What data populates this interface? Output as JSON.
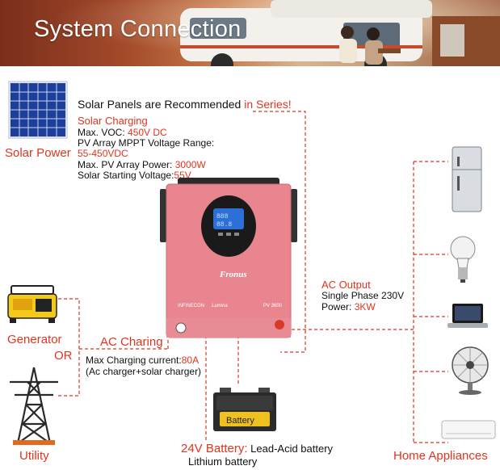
{
  "banner": {
    "title": "System Connection"
  },
  "solar": {
    "label": "Solar Power",
    "recommend_text": "Solar Panels are Recommended ",
    "recommend_highlight": "in Series!",
    "charging_title": "Solar Charging",
    "max_voc_label": "Max. VOC: ",
    "max_voc_value": "450V DC",
    "mppt_label": "PV Array MPPT Voltage Range:",
    "mppt_value": "55-450VDC",
    "max_power_label": "Max. PV Array Power: ",
    "max_power_value": "3000W",
    "start_voltage_label": "Solar Starting Voltage:",
    "start_voltage_value": "55V"
  },
  "inverter": {
    "brand": "Fronus",
    "model_left": "INFINECON",
    "model_mid": "Lumina",
    "model_right": "PV 3600"
  },
  "ac_input": {
    "generator_label": "Generator",
    "or_label": "OR",
    "utility_label": "Utility",
    "charging_title": "AC Charing",
    "max_current_label": "Max Charging current:",
    "max_current_value": "80A",
    "note": "(Ac charger+solar charger)"
  },
  "ac_output": {
    "title": "AC Output",
    "phase": "Single Phase 230V",
    "power_label": "Power: ",
    "power_value": "3KW",
    "appliances_label": "Home Appliances"
  },
  "battery": {
    "case_label": "Battery",
    "voltage": "24V Battery:",
    "type1": " Lead-Acid battery",
    "type2": "Lithium battery"
  },
  "colors": {
    "accent_red": "#e0341f",
    "inverter_pink": "#e8858f",
    "dash_red": "#e0341f"
  }
}
